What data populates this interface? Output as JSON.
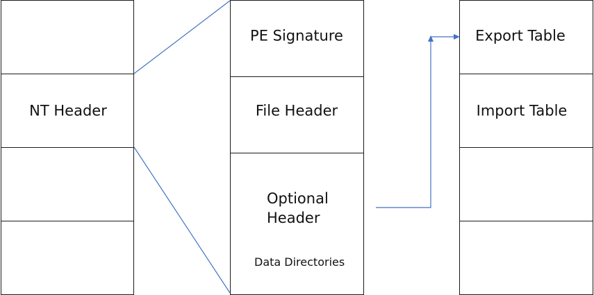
{
  "left_column": {
    "nt_header_label": "NT Header"
  },
  "middle_column": {
    "pe_signature_label": "PE Signature",
    "file_header_label": "File Header",
    "optional_header_line1": "Optional",
    "optional_header_line2": "Header",
    "data_directories_label": "Data Directories"
  },
  "right_column": {
    "export_table_label": "Export Table",
    "import_table_label": "Import Table"
  },
  "colors": {
    "box_border": "#1a1a1a",
    "connector_line": "#4472c4"
  }
}
